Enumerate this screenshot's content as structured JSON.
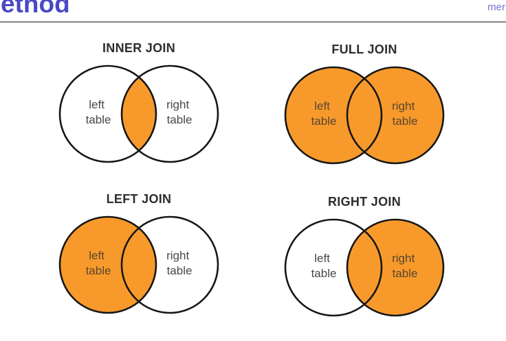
{
  "header": {
    "title_partial": "ethod",
    "menu_partial": "mer"
  },
  "colors": {
    "header_title": "#4a48c6",
    "menu_link": "#7173d2",
    "accent_orange": "#f89a2b",
    "diagram_stroke": "#161616",
    "diagram_title_text": "#2d2d2d",
    "label_on_white": "#474747",
    "label_on_orange": "#58462e",
    "divider": "#838383"
  },
  "diagrams": [
    {
      "title": "INNER JOIN",
      "variant": "inner",
      "highlighted_region": "intersection",
      "left_label": [
        "left",
        "table"
      ],
      "right_label": [
        "right",
        "table"
      ]
    },
    {
      "title": "FULL JOIN",
      "variant": "full",
      "highlighted_region": "both circles",
      "left_label": [
        "left",
        "table"
      ],
      "right_label": [
        "right",
        "table"
      ]
    },
    {
      "title": "LEFT JOIN",
      "variant": "left",
      "highlighted_region": "left circle including intersection",
      "left_label": [
        "left",
        "table"
      ],
      "right_label": [
        "right",
        "table"
      ]
    },
    {
      "title": "RIGHT JOIN",
      "variant": "right",
      "highlighted_region": "right circle including intersection",
      "left_label": [
        "left",
        "table"
      ],
      "right_label": [
        "right",
        "table"
      ]
    }
  ]
}
